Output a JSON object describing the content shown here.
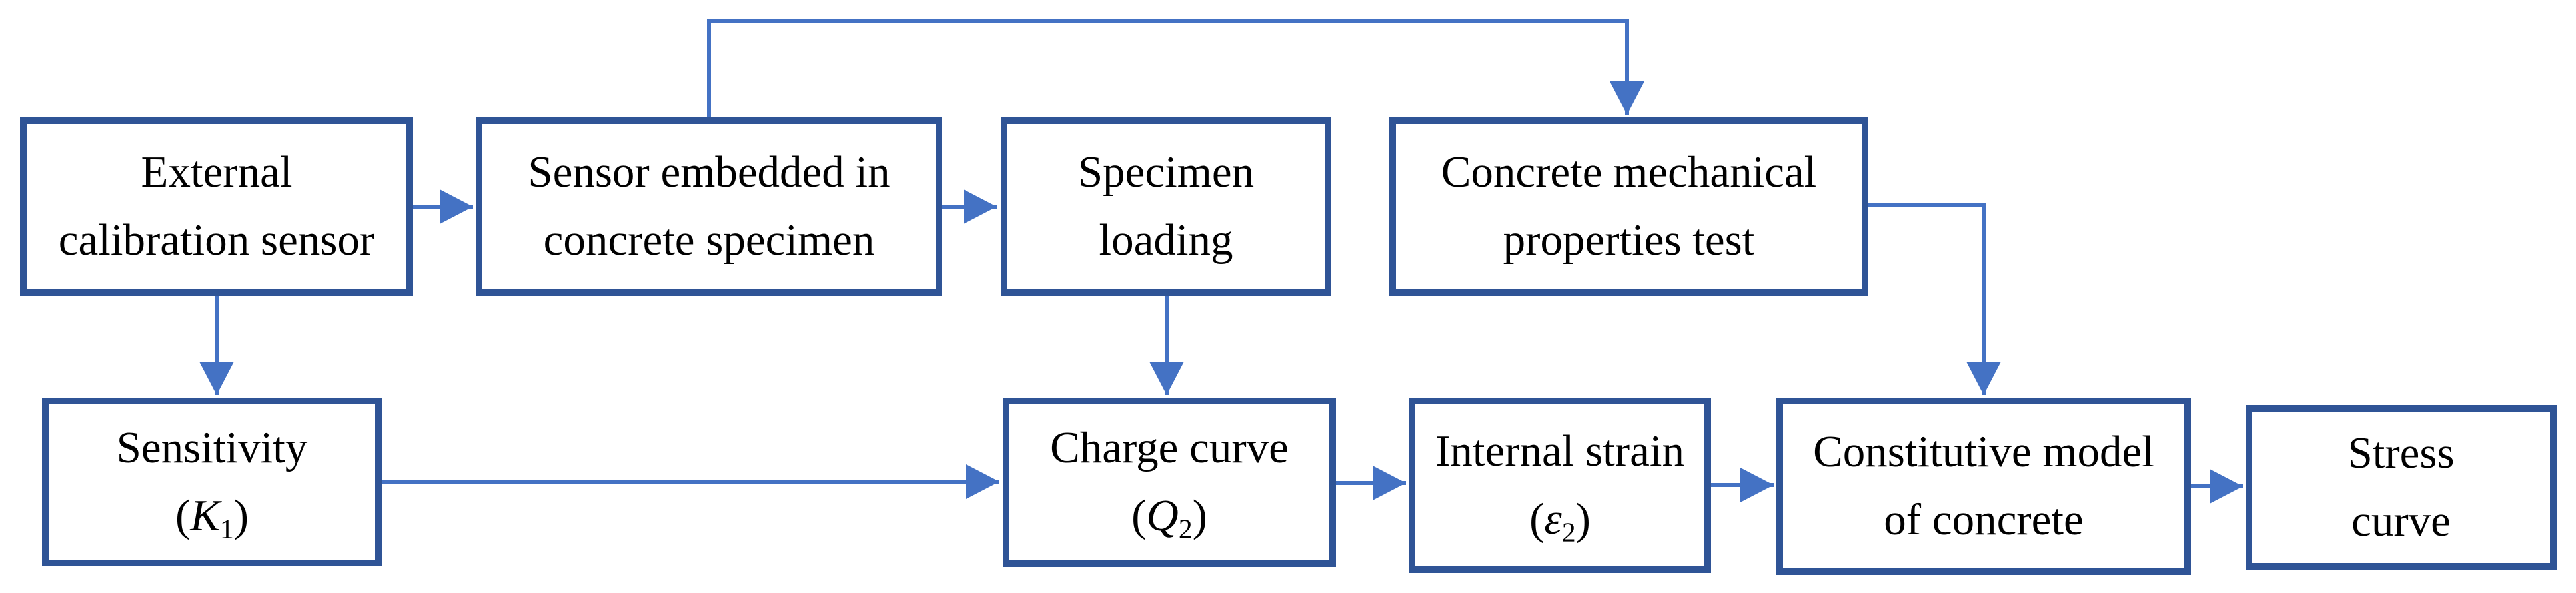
{
  "colors": {
    "border": "#2F5496",
    "arrow": "#4472C4",
    "text": "#000000",
    "background": "#FFFFFF"
  },
  "nodes": {
    "external": {
      "label": "External calibration sensor",
      "line1": "External",
      "line2": "calibration sensor"
    },
    "sensor_embedded": {
      "label": "Sensor embedded in concrete specimen",
      "line1": "Sensor embedded in",
      "line2": "concrete specimen"
    },
    "specimen_loading": {
      "label": "Specimen loading",
      "line1": "Specimen",
      "line2": "loading"
    },
    "concrete_mech": {
      "label": "Concrete mechanical properties test",
      "line1": "Concrete mechanical",
      "line2": "properties test"
    },
    "sensitivity": {
      "label": "Sensitivity (K1)",
      "line1": "Sensitivity",
      "open": "(",
      "symbol": "K",
      "subscript": "1",
      "close": ")"
    },
    "charge_curve": {
      "label": "Charge curve (Q2)",
      "line1": "Charge curve",
      "open": "(",
      "symbol": "Q",
      "subscript": "2",
      "close": ")"
    },
    "internal_strain": {
      "label": "Internal strain (ε2)",
      "line1": "Internal strain",
      "open": "(",
      "symbol": "ε",
      "subscript": "2",
      "close": ")"
    },
    "constitutive": {
      "label": "Constitutive model of concrete",
      "line1": "Constitutive model",
      "line2": "of concrete"
    },
    "stress_curve": {
      "label": "Stress curve",
      "line1": "Stress",
      "line2": "curve"
    }
  },
  "edges": [
    {
      "from": "external",
      "to": "sensor_embedded"
    },
    {
      "from": "sensor_embedded",
      "to": "specimen_loading"
    },
    {
      "from": "sensor_embedded",
      "to": "concrete_mech"
    },
    {
      "from": "external",
      "to": "sensitivity"
    },
    {
      "from": "sensitivity",
      "to": "charge_curve"
    },
    {
      "from": "specimen_loading",
      "to": "charge_curve"
    },
    {
      "from": "charge_curve",
      "to": "internal_strain"
    },
    {
      "from": "internal_strain",
      "to": "constitutive"
    },
    {
      "from": "concrete_mech",
      "to": "constitutive"
    },
    {
      "from": "constitutive",
      "to": "stress_curve"
    }
  ]
}
